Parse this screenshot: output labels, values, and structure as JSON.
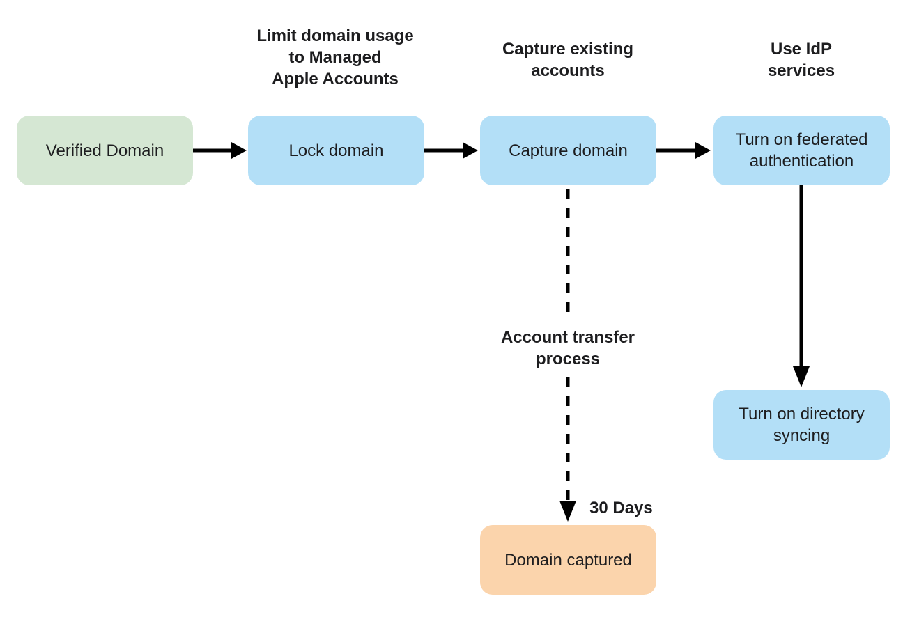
{
  "diagram": {
    "colors": {
      "background": "#ffffff",
      "text": "#1d1d1f",
      "arrow": "#000000",
      "green_node": "#d5e7d3",
      "blue_node": "#b3dff7",
      "orange_node": "#fbd4ac"
    },
    "nodes": [
      {
        "id": "verified-domain",
        "label": "Verified Domain",
        "fill": "#d5e7d3"
      },
      {
        "id": "lock-domain",
        "label": "Lock domain",
        "fill": "#b3dff7"
      },
      {
        "id": "capture-domain",
        "label": "Capture domain",
        "fill": "#b3dff7"
      },
      {
        "id": "turn-on-federated-authentication",
        "label": "Turn on federated authentication",
        "fill": "#b3dff7"
      },
      {
        "id": "turn-on-directory-syncing",
        "label": "Turn on directory syncing",
        "fill": "#b3dff7"
      },
      {
        "id": "domain-captured",
        "label": "Domain captured",
        "fill": "#fbd4ac"
      }
    ],
    "headings": [
      {
        "id": "limit-domain-usage",
        "lines": [
          "Limit domain usage",
          "to Managed",
          "Apple Accounts"
        ]
      },
      {
        "id": "capture-existing-accounts",
        "lines": [
          "Capture existing",
          "accounts"
        ]
      },
      {
        "id": "use-idp-services",
        "lines": [
          "Use IdP",
          "services"
        ]
      }
    ],
    "edge_labels": {
      "account_transfer": "Account transfer process",
      "thirty_days": "30 Days"
    }
  }
}
